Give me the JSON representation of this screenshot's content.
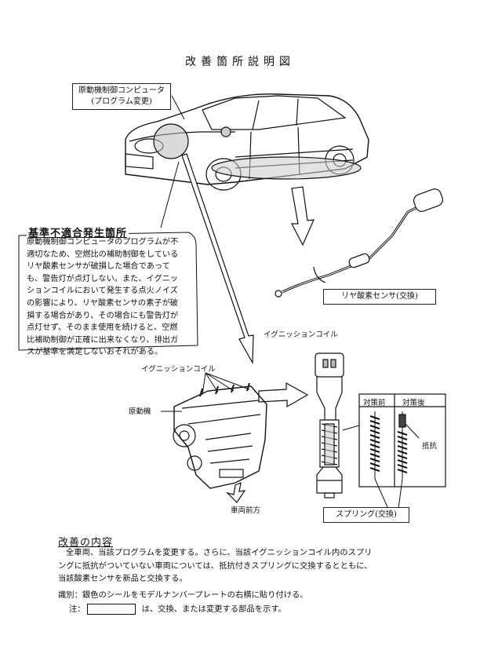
{
  "title": "改善箇所説明図",
  "labels": {
    "ecu_line1": "原動機制御コンピュータ",
    "ecu_line2": "(プログラム変更)",
    "rear_sensor": "リヤ酸素センサ(交換)",
    "ignition_coil_top": "イグニッションコイル",
    "ignition_coil_engine": "イグニッションコイル",
    "engine": "原動機",
    "vehicle_front": "車両前方",
    "before": "対策前",
    "after": "対策後",
    "resistor": "抵抗",
    "spring": "スプリング(交換)"
  },
  "defect": {
    "heading": "基準不適合発生箇所",
    "lines": [
      "原動機制御コンピュータのプログラムが不",
      "適切なため、空燃比の補助制御をしている",
      "リヤ酸素センサが破損した場合であって",
      "も、警告灯が点灯しない。また、イグニッ",
      "ションコイルにおいて発生する点火ノイズ",
      "の影響により、リヤ酸素センサの素子が破",
      "損する場合があり、その場合にも警告灯が",
      "点灯せず、そのまま使用を続けると、空燃",
      "比補助制御が正確に出来なくなり、排出ガ",
      "スが基準を満足しないおそれがある。"
    ]
  },
  "improvement": {
    "heading": "改善の内容",
    "lines": [
      "全車両、当該プログラムを変更する。さらに、当該イグニッションコイル内のスプリ",
      "ングに抵抗がついていない車両については、抵抗付きスプリングに交換するとともに、",
      "当該酸素センサを新品と交換する。"
    ]
  },
  "identification": "識別：銀色のシールをモデルナンバープレートの右横に貼り付ける。",
  "note_prefix": "注：",
  "note_suffix": "は、交換、または変更する部品を示す。"
}
